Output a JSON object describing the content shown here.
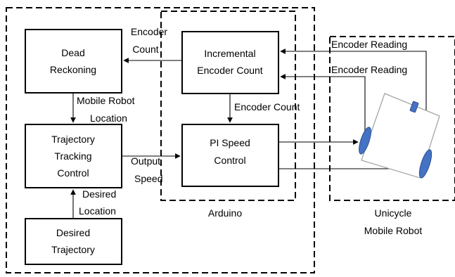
{
  "groups": {
    "arduino": "Arduino",
    "robot_line1": "Unicycle",
    "robot_line2": "Mobile Robot"
  },
  "blocks": {
    "dead_reckoning": [
      "Dead",
      "Reckoning"
    ],
    "incremental_encoder": [
      "Incremental",
      "Encoder Count"
    ],
    "trajectory_tracking": [
      "Trajectory",
      "Tracking",
      "Control"
    ],
    "pi_speed": [
      "PI Speed",
      "Control"
    ],
    "desired_trajectory": [
      "Desired",
      "Trajectory"
    ]
  },
  "labels": {
    "encoder_count_top": [
      "Encoder",
      "Count"
    ],
    "encoder_reading_1": "Encoder Reading",
    "encoder_reading_2": "Encoder Reading",
    "mobile_robot_location": [
      "Mobile Robot",
      "Location"
    ],
    "encoder_count_mid": "Encoder Count",
    "output_speed": [
      "Output",
      "Speed"
    ],
    "desired_location": [
      "Desired",
      "Location"
    ]
  },
  "colors": {
    "line": "#000000",
    "wheel": "#4472c4",
    "wheel_dark": "#2f4f8f",
    "robot_body": "#a6a6a6"
  }
}
